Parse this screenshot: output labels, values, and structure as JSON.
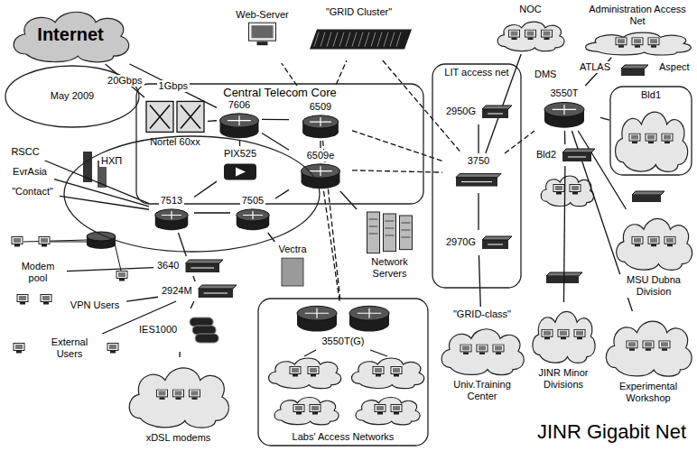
{
  "diagram": {
    "title": "JINR Gigabit Net",
    "nodes": [
      {
        "text": [
          "Internet"
        ]
      },
      {
        "text": [
          "May 2009"
        ]
      },
      {
        "text": [
          "Central Telecom Core"
        ]
      },
      {
        "text": [
          "Nortel 60xx"
        ],
        "in": 2
      },
      {
        "text": [
          "7606"
        ],
        "in": 2
      },
      {
        "text": [
          "6509"
        ],
        "in": 2
      },
      {
        "text": [
          "6509e"
        ],
        "in": 2
      },
      {
        "text": [
          "PIX525"
        ],
        "in": 2
      },
      {
        "text": [
          "НХП"
        ]
      },
      {
        "text": [
          "7513"
        ],
        "in": 8
      },
      {
        "text": [
          "7505"
        ],
        "in": 8
      },
      {
        "text": [
          "RSCC"
        ]
      },
      {
        "text": [
          "EvrAsia"
        ]
      },
      {
        "text": [
          "\"Contact\""
        ]
      },
      {
        "text": [
          "3640"
        ]
      },
      {
        "text": [
          "2924M"
        ]
      },
      {
        "text": [
          "Vectra"
        ]
      },
      {
        "text": [
          "Modem pool"
        ]
      },
      {
        "text": [
          "VPN Users"
        ]
      },
      {
        "text": [
          "External Users"
        ]
      },
      {
        "text": [
          "IES1000"
        ]
      },
      {
        "text": [
          "xDSL modems"
        ]
      },
      {
        "text": [
          "Network Servers"
        ]
      },
      {
        "text": [
          "Web-Server"
        ]
      },
      {
        "text": [
          "\"GRID Cluster\""
        ]
      },
      {
        "text": [
          "Labs' Access Networks"
        ]
      },
      {
        "text": [
          "3550T(G)"
        ],
        "in": 25
      },
      {
        "text": [
          "LIT access net"
        ]
      },
      {
        "text": [
          "2950G"
        ],
        "in": 27
      },
      {
        "text": [
          "3750"
        ],
        "in": 27
      },
      {
        "text": [
          "2970G"
        ],
        "in": 27
      },
      {
        "text": [
          "NOC"
        ]
      },
      {
        "text": [
          "\"GRID-class\"",
          "Univ.Training Center"
        ]
      },
      {
        "text": [
          "Administration Access Net"
        ]
      },
      {
        "text": [
          "3550T"
        ]
      },
      {
        "text": [
          "Bld1"
        ]
      },
      {
        "text": [
          "Bld2"
        ]
      },
      {
        "text": [
          "JINR Minor Divisions"
        ]
      },
      {
        "text": [
          "MSU Dubna Division"
        ]
      },
      {
        "text": [
          "Experimental Workshop"
        ]
      }
    ],
    "edges": [
      {
        "from": 0,
        "to": 3,
        "arrow": "none",
        "label": "20Gbps"
      },
      {
        "from": 0,
        "to": 4,
        "arrow": "none",
        "label": "1Gbps"
      },
      {
        "from": 3,
        "to": 4,
        "arrow": "none"
      },
      {
        "from": 4,
        "to": 5,
        "arrow": "none"
      },
      {
        "from": 4,
        "to": 6,
        "arrow": "none"
      },
      {
        "from": 5,
        "to": 6,
        "arrow": "none"
      },
      {
        "from": 5,
        "to": 23,
        "arrow": "none"
      },
      {
        "from": 5,
        "to": 24,
        "arrow": "none"
      },
      {
        "from": 4,
        "to": 7,
        "arrow": "none"
      },
      {
        "from": 7,
        "to": 9,
        "arrow": "none"
      },
      {
        "from": 6,
        "to": 10,
        "arrow": "none"
      },
      {
        "from": 9,
        "to": 10,
        "arrow": "none"
      },
      {
        "from": 11,
        "to": 9,
        "arrow": "none"
      },
      {
        "from": 12,
        "to": 9,
        "arrow": "none"
      },
      {
        "from": 13,
        "to": 9,
        "arrow": "none"
      },
      {
        "from": 9,
        "to": 14,
        "arrow": "none"
      },
      {
        "from": 14,
        "to": 15,
        "arrow": "none"
      },
      {
        "from": 10,
        "to": 16,
        "arrow": "none"
      },
      {
        "from": 17,
        "to": 14,
        "arrow": "none"
      },
      {
        "from": 18,
        "to": 15,
        "arrow": "none"
      },
      {
        "from": 19,
        "to": 15,
        "arrow": "none"
      },
      {
        "from": 15,
        "to": 20,
        "arrow": "none"
      },
      {
        "from": 20,
        "to": 21,
        "arrow": "none"
      },
      {
        "from": 6,
        "to": 22,
        "arrow": "none"
      },
      {
        "from": 5,
        "to": 26,
        "arrow": "none"
      },
      {
        "from": 6,
        "to": 26,
        "arrow": "none"
      },
      {
        "from": 5,
        "to": 29,
        "arrow": "none"
      },
      {
        "from": 6,
        "to": 29,
        "arrow": "none"
      },
      {
        "from": 29,
        "to": 28,
        "arrow": "none"
      },
      {
        "from": 29,
        "to": 30,
        "arrow": "none"
      },
      {
        "from": 29,
        "to": 31,
        "arrow": "none"
      },
      {
        "from": 30,
        "to": 32,
        "arrow": "none"
      },
      {
        "from": 29,
        "to": 34,
        "arrow": "none"
      },
      {
        "from": 34,
        "to": 33,
        "arrow": "none"
      },
      {
        "from": 34,
        "to": 35,
        "arrow": "none"
      },
      {
        "from": 34,
        "to": 36,
        "arrow": "none"
      },
      {
        "from": 36,
        "to": 37,
        "arrow": "none"
      },
      {
        "from": 34,
        "to": 38,
        "arrow": "none"
      },
      {
        "from": 34,
        "to": 39,
        "arrow": "none"
      },
      {
        "from": 24,
        "to": 29,
        "arrow": "none"
      }
    ],
    "labels": [
      "DMS",
      "ATLAS",
      "Aspect"
    ]
  }
}
